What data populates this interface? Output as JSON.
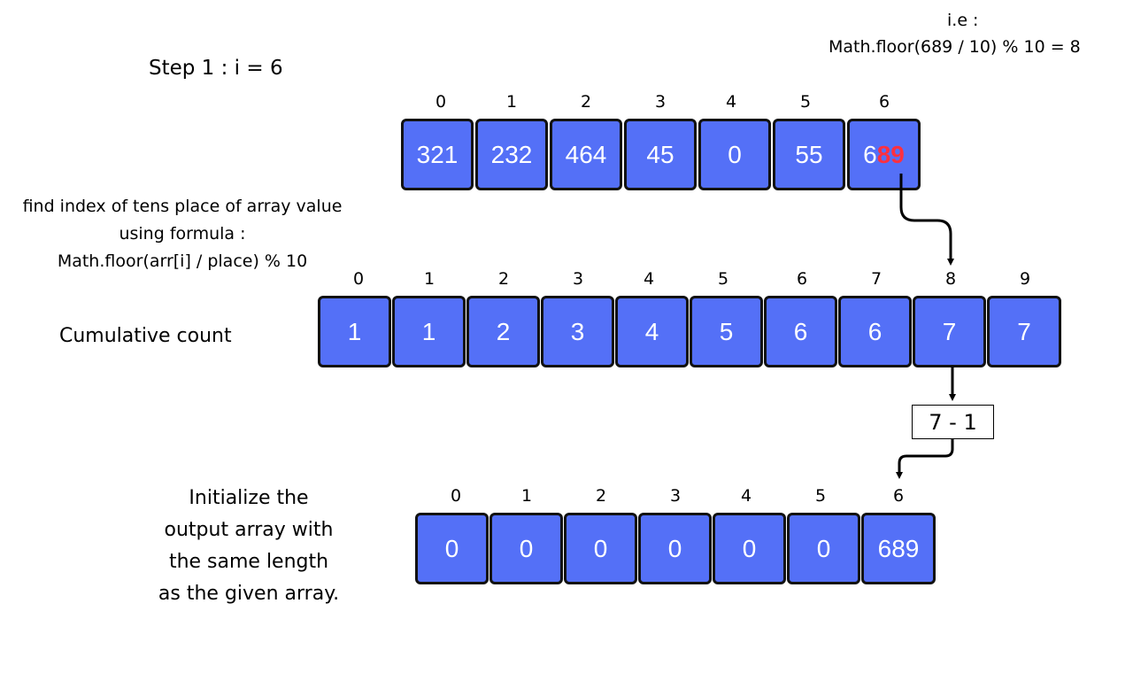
{
  "step_title": "Step 1 : i = 6",
  "ie_label": "i.e :",
  "ie_formula": "Math.floor(689 / 10) % 10 = 8",
  "find_text": "find index of tens place of array value\nusing formula :\nMath.floor(arr[i] / place) % 10",
  "cumulative_label": "Cumulative count",
  "init_text": "Initialize the\noutput array with\nthe same length\nas the given array.",
  "input_array": {
    "indices": [
      "0",
      "1",
      "2",
      "3",
      "4",
      "5",
      "6"
    ],
    "values": [
      "321",
      "232",
      "464",
      "45",
      "0",
      "55"
    ],
    "last_value_prefix": "6",
    "last_value_highlight": "89"
  },
  "count_array": {
    "indices": [
      "0",
      "1",
      "2",
      "3",
      "4",
      "5",
      "6",
      "7",
      "8",
      "9"
    ],
    "values": [
      "1",
      "1",
      "2",
      "3",
      "4",
      "5",
      "6",
      "6",
      "7",
      "7"
    ]
  },
  "decrement_label": "7 - 1",
  "output_array": {
    "indices": [
      "0",
      "1",
      "2",
      "3",
      "4",
      "5",
      "6"
    ],
    "values": [
      "0",
      "0",
      "0",
      "0",
      "0",
      "0",
      "689"
    ]
  },
  "colors": {
    "cell_fill": "#5470f7",
    "cell_border": "#111111",
    "highlight": "#ff3040"
  }
}
